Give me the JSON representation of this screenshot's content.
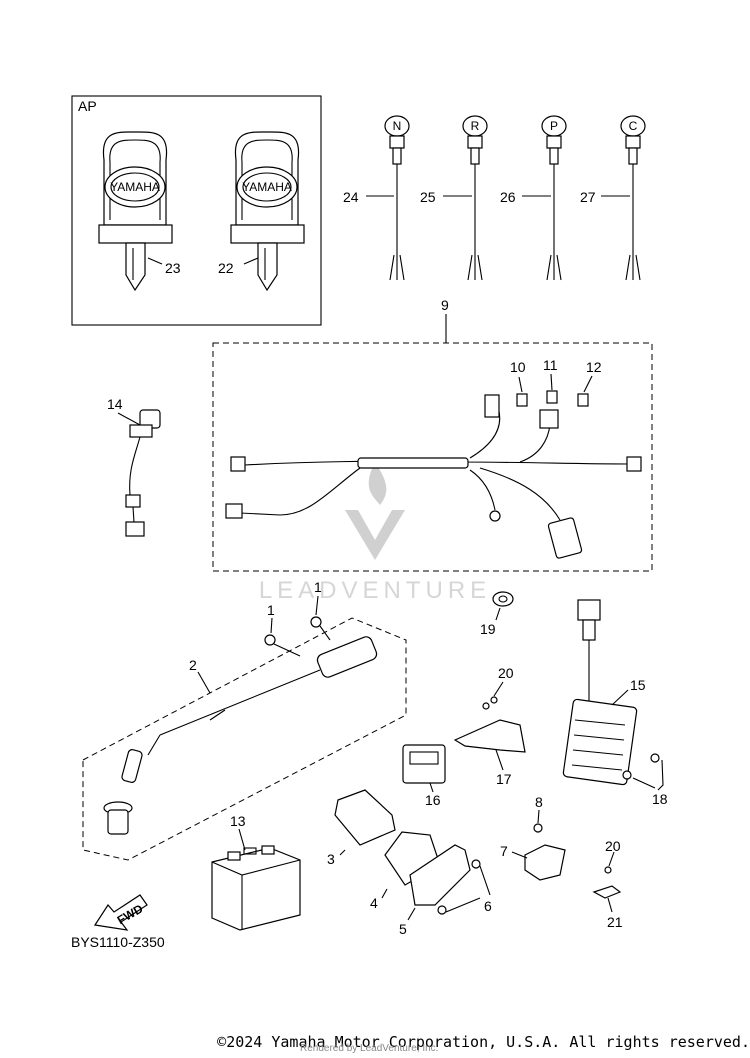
{
  "diagram": {
    "ap_label": "AP",
    "brand_text": "YAMAHA",
    "watermark": "LEADVENTURE",
    "diagram_code": "BYS1110-Z350",
    "fwd_label": "FWD",
    "switch_letters": [
      "N",
      "R",
      "P",
      "C"
    ],
    "callouts": {
      "c1a": "1",
      "c1b": "1",
      "c2": "2",
      "c3": "3",
      "c4": "4",
      "c5": "5",
      "c6": "6",
      "c7": "7",
      "c8": "8",
      "c9": "9",
      "c10": "10",
      "c11": "11",
      "c12": "12",
      "c13": "13",
      "c14": "14",
      "c15": "15",
      "c16": "16",
      "c17": "17",
      "c18": "18",
      "c19": "19",
      "c20a": "20",
      "c20b": "20",
      "c21": "21",
      "c22": "22",
      "c23": "23",
      "c24": "24",
      "c25": "25",
      "c26": "26",
      "c27": "27"
    }
  },
  "footer": {
    "copyright": "©2024 Yamaha Motor Corporation, U.S.A. All rights reserved.",
    "rendered_by": "Rendered by LeadVenture, Inc."
  }
}
